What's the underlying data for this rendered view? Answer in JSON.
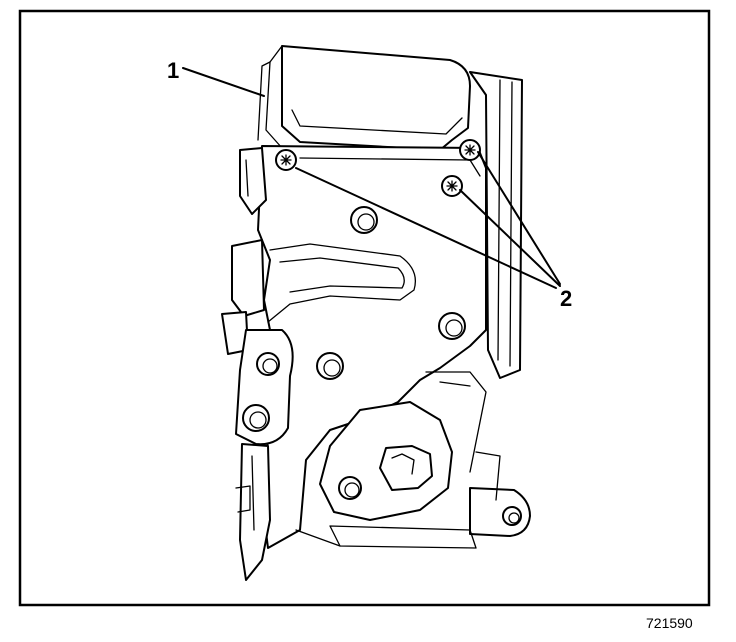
{
  "callouts": [
    {
      "id": "1",
      "label": "1"
    },
    {
      "id": "2",
      "label": "2"
    }
  ],
  "figure_id": "721590"
}
